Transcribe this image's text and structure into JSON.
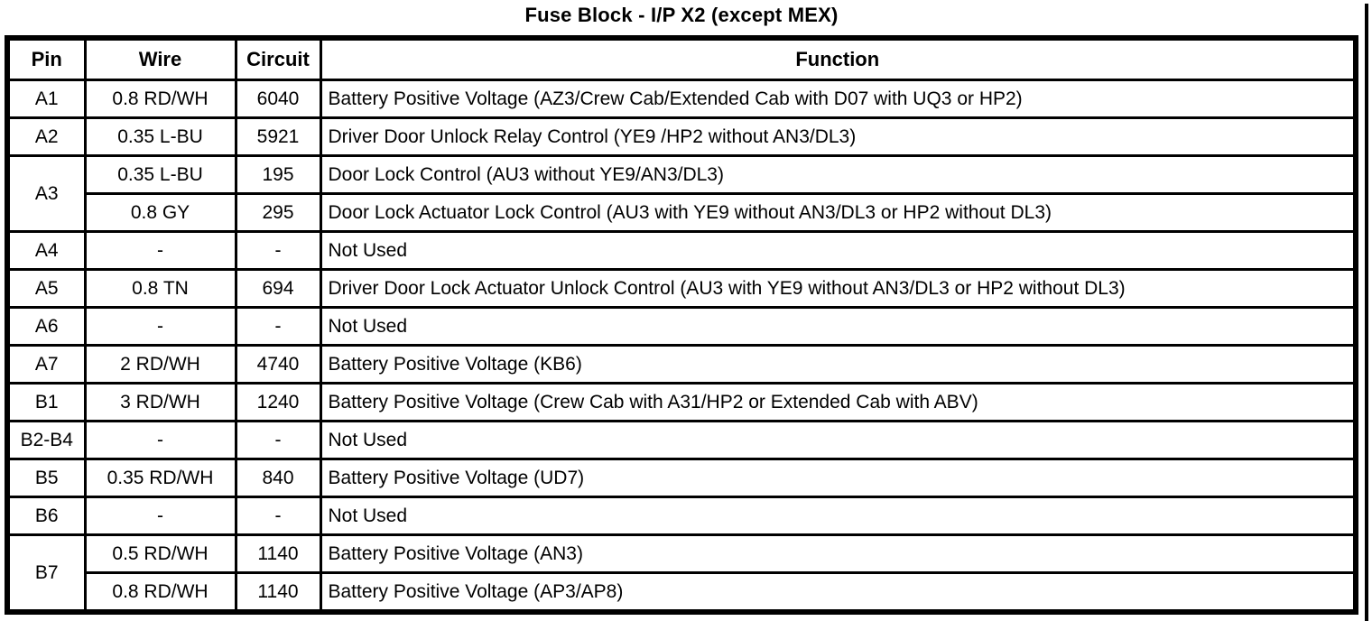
{
  "title": "Fuse Block - I/P X2 (except MEX)",
  "colors": {
    "border": "#000000",
    "background": "#ffffff",
    "text": "#000000"
  },
  "table": {
    "headers": [
      "Pin",
      "Wire",
      "Circuit",
      "Function"
    ],
    "rows": [
      {
        "pin": "A1",
        "cells": [
          {
            "wire": "0.8 RD/WH",
            "circuit": "6040",
            "func": "Battery Positive Voltage (AZ3/Crew Cab/Extended Cab with D07 with UQ3 or HP2)"
          }
        ]
      },
      {
        "pin": "A2",
        "cells": [
          {
            "wire": "0.35 L-BU",
            "circuit": "5921",
            "func": "Driver Door Unlock Relay Control (YE9 /HP2 without AN3/DL3)"
          }
        ]
      },
      {
        "pin": "A3",
        "cells": [
          {
            "wire": "0.35 L-BU",
            "circuit": "195",
            "func": "Door Lock Control (AU3 without YE9/AN3/DL3)"
          },
          {
            "wire": "0.8 GY",
            "circuit": "295",
            "func": "Door Lock Actuator Lock Control (AU3 with YE9 without AN3/DL3 or HP2 without DL3)"
          }
        ]
      },
      {
        "pin": "A4",
        "cells": [
          {
            "wire": "-",
            "circuit": "-",
            "func": "Not Used"
          }
        ]
      },
      {
        "pin": "A5",
        "cells": [
          {
            "wire": "0.8 TN",
            "circuit": "694",
            "func": "Driver Door Lock Actuator Unlock Control (AU3 with YE9 without AN3/DL3 or HP2 without DL3)"
          }
        ]
      },
      {
        "pin": "A6",
        "cells": [
          {
            "wire": "-",
            "circuit": "-",
            "func": "Not Used"
          }
        ]
      },
      {
        "pin": "A7",
        "cells": [
          {
            "wire": "2 RD/WH",
            "circuit": "4740",
            "func": "Battery Positive Voltage (KB6)"
          }
        ]
      },
      {
        "pin": "B1",
        "cells": [
          {
            "wire": "3 RD/WH",
            "circuit": "1240",
            "func": "Battery Positive Voltage (Crew Cab with A31/HP2 or Extended Cab with ABV)"
          }
        ]
      },
      {
        "pin": "B2-B4",
        "cells": [
          {
            "wire": "-",
            "circuit": "-",
            "func": "Not Used"
          }
        ]
      },
      {
        "pin": "B5",
        "cells": [
          {
            "wire": "0.35 RD/WH",
            "circuit": "840",
            "func": "Battery Positive Voltage (UD7)"
          }
        ]
      },
      {
        "pin": "B6",
        "cells": [
          {
            "wire": "-",
            "circuit": "-",
            "func": "Not Used"
          }
        ]
      },
      {
        "pin": "B7",
        "cells": [
          {
            "wire": "0.5 RD/WH",
            "circuit": "1140",
            "func": "Battery Positive Voltage (AN3)"
          },
          {
            "wire": "0.8 RD/WH",
            "circuit": "1140",
            "func": "Battery Positive Voltage (AP3/AP8)"
          }
        ]
      }
    ]
  }
}
